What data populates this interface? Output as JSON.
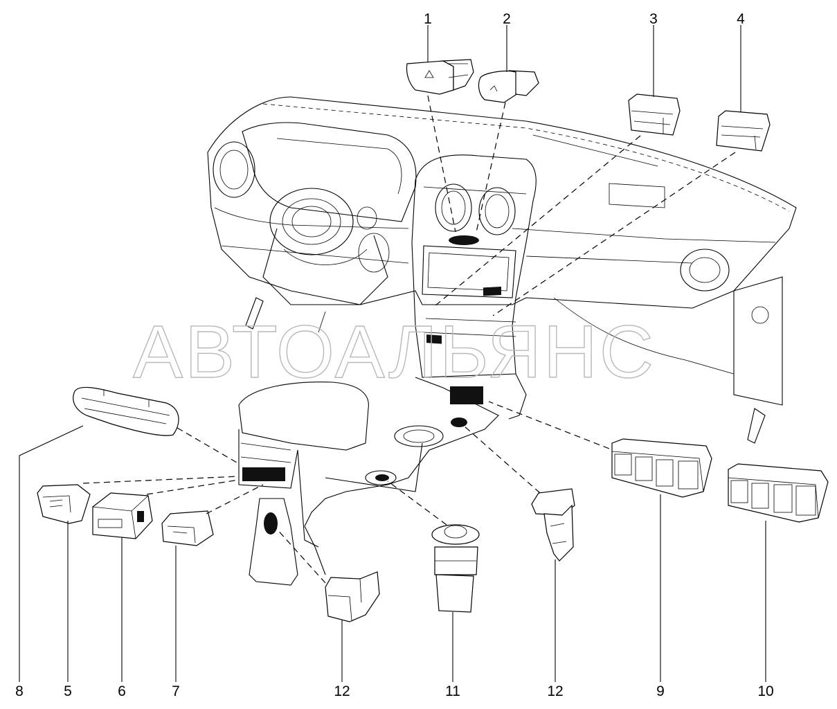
{
  "watermark": "АВТОАЛЬЯНС",
  "callouts": {
    "c1": "1",
    "c2": "2",
    "c3": "3",
    "c4": "4",
    "c5": "5",
    "c6": "6",
    "c7": "7",
    "c8": "8",
    "c9": "9",
    "c10": "10",
    "c11": "11",
    "c12a": "12",
    "c12b": "12"
  }
}
